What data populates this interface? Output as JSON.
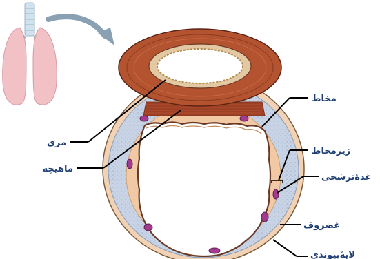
{
  "labels": {
    "esophagus": "مری",
    "muscle": "ماهیچه",
    "mucosa": "مخاط",
    "submucosa": "زیرمخاط",
    "gland": "غدهٔ‌ترشحی",
    "cartilage": "غضروف",
    "connective": "لایهٔ‌پیوندی"
  },
  "colors": {
    "esophagus_outer": "#b4532f",
    "esophagus_inner_wall": "#e2c9a3",
    "cartilage": "#c8d4e6",
    "wall": "#f1c9a4",
    "mucosa_line": "#6b3a26",
    "gland": "#a23b8f",
    "label_text": "#1f3f73",
    "lung": "#f2c1c6",
    "arrow": "#8aa1b3"
  },
  "icons": {
    "lungs": "lungs-icon",
    "arrow": "curved-arrow-icon"
  }
}
